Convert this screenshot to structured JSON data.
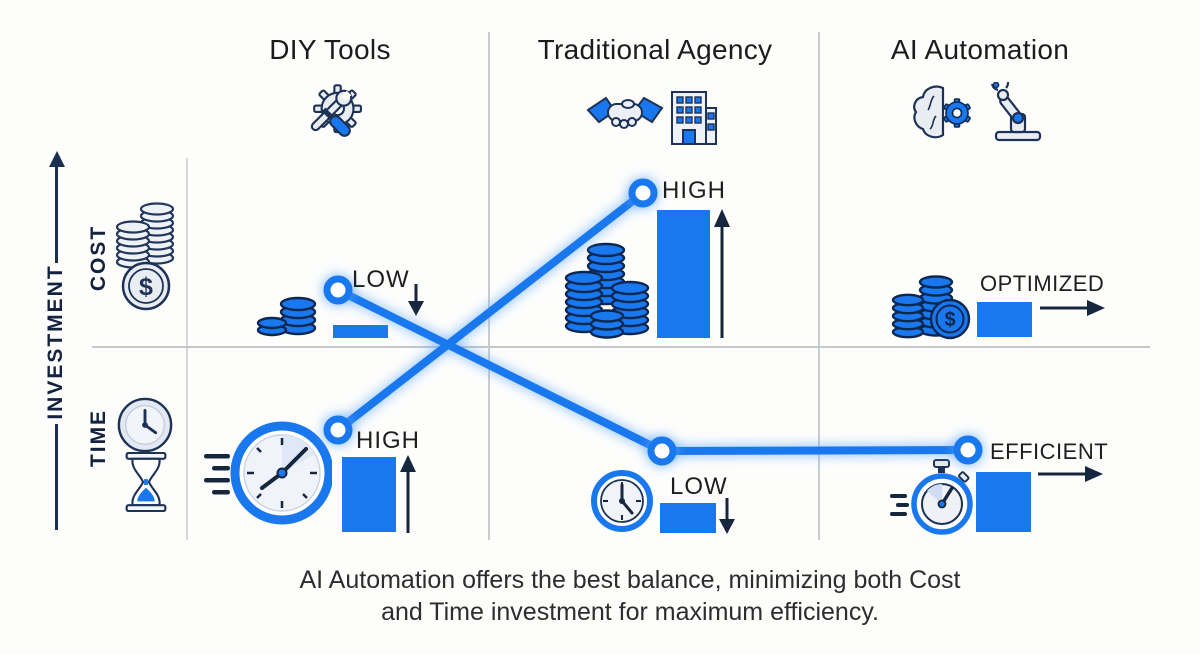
{
  "columns": [
    {
      "label": "DIY Tools",
      "icon": "wrench-gear-icon"
    },
    {
      "label": "Traditional Agency",
      "icon": "handshake-building-icon"
    },
    {
      "label": "AI Automation",
      "icon": "brain-robot-arm-icon"
    }
  ],
  "axis": {
    "label": "INVESTMENT",
    "rows": [
      {
        "label": "COST",
        "icons": [
          "coin-stacks-icon",
          "dollar-coin-icon"
        ]
      },
      {
        "label": "TIME",
        "icons": [
          "clock-icon",
          "hourglass-icon"
        ]
      }
    ]
  },
  "cells": {
    "diy_cost": {
      "value": "LOW",
      "trend": "down",
      "icon": "blue-coins-small-icon"
    },
    "agency_cost": {
      "value": "HIGH",
      "trend": "up",
      "icon": "blue-coins-large-icon"
    },
    "ai_cost": {
      "value": "OPTIMIZED",
      "trend": "right",
      "icon": "blue-coins-dollar-icon"
    },
    "diy_time": {
      "value": "HIGH",
      "trend": "up",
      "icon": "fast-clock-icon"
    },
    "agency_time": {
      "value": "LOW",
      "trend": "down",
      "icon": "small-clock-icon"
    },
    "ai_time": {
      "value": "EFFICIENT",
      "trend": "right",
      "icon": "stopwatch-icon"
    }
  },
  "connections": [
    {
      "path": [
        "diy-cost",
        "agency-time",
        "ai-time"
      ]
    },
    {
      "path": [
        "diy-time",
        "agency-cost"
      ]
    }
  ],
  "caption": {
    "line1": "AI Automation offers the best balance, minimizing both Cost",
    "line2": "and Time investment for maximum efficiency."
  },
  "colors": {
    "accent": "#1a78ee",
    "dark_navy": "#16263e",
    "icon_outline": "#1d3256",
    "icon_fill": "#e9ecf1",
    "grid_line": "#c9ccd1",
    "background": "#fdfdfc",
    "text": "#212121"
  }
}
